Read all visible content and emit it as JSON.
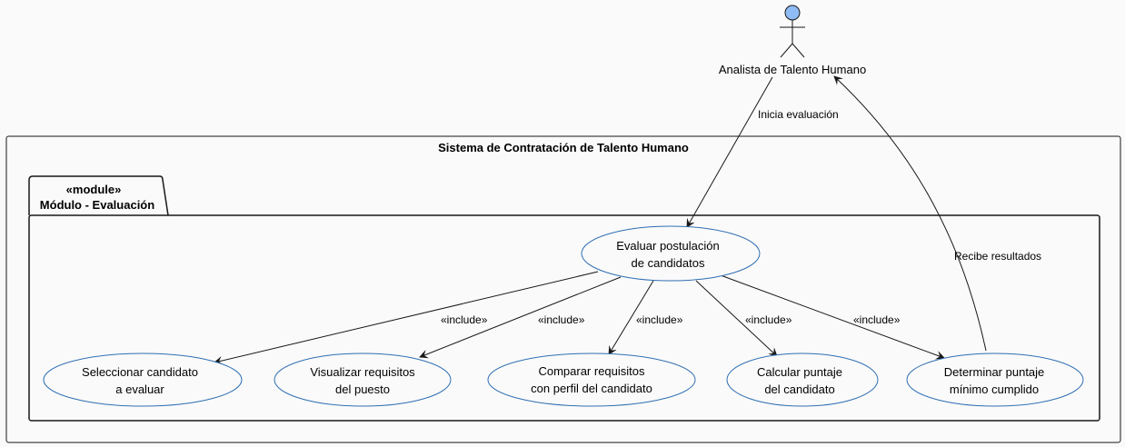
{
  "actor": {
    "name": "Analista de Talento Humano"
  },
  "system": {
    "title": "Sistema de Contratación de Talento Humano"
  },
  "module": {
    "stereotype": "«module»",
    "name": "Módulo - Evaluación"
  },
  "use_cases": {
    "main": [
      "Evaluar postulación",
      "de candidatos"
    ],
    "seleccionar": [
      "Seleccionar candidato",
      "a evaluar"
    ],
    "visualizar": [
      "Visualizar requisitos",
      "del puesto"
    ],
    "comparar": [
      "Comparar requisitos",
      "con perfil del candidato"
    ],
    "calcular": [
      "Calcular puntaje",
      "del candidato"
    ],
    "determinar": [
      "Determinar puntaje",
      "mínimo cumplido"
    ]
  },
  "relations": {
    "inicia": "Inicia evaluación",
    "recibe": "Recibe resultados",
    "include": "«include»"
  },
  "colors": {
    "actor_fill": "#8fbcf4",
    "usecase_border": "#2f6fb3",
    "line": "#181818",
    "background": "#fafafa",
    "frame": "#181818"
  }
}
